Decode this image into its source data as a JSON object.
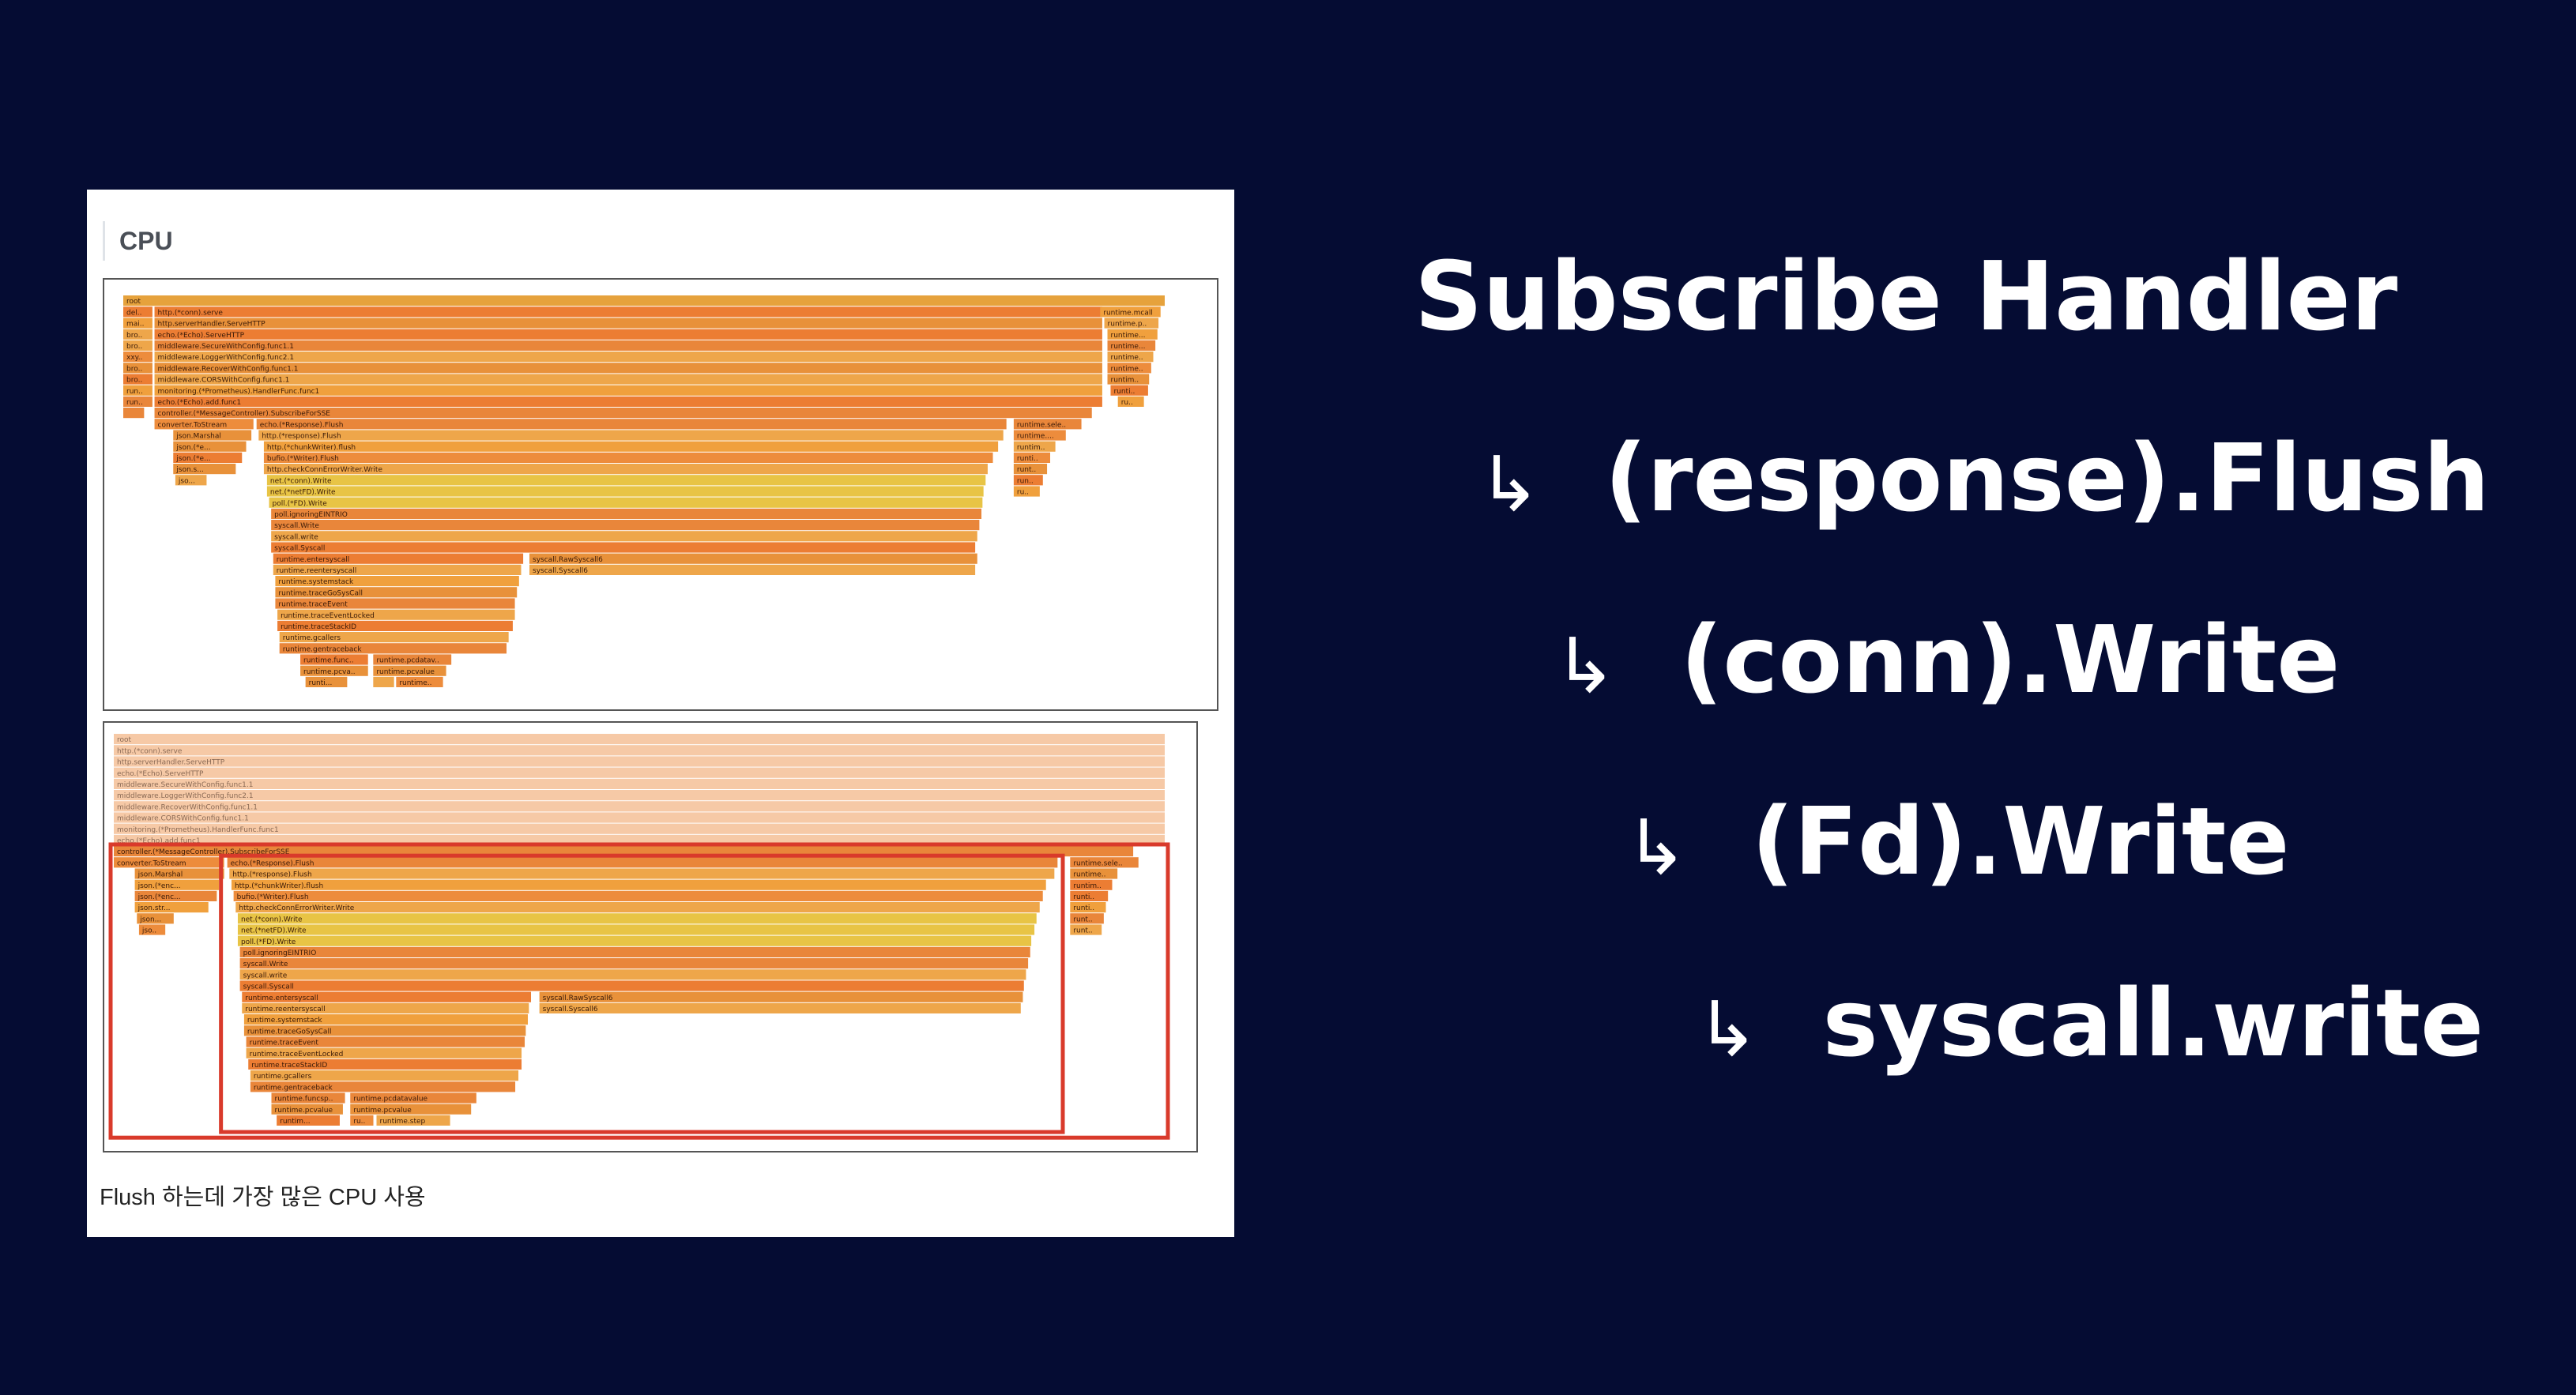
{
  "card": {
    "title": "CPU",
    "caption": "Flush 하는데 가장 많은 CPU 사용"
  },
  "flame_top": {
    "frames": [
      {
        "label": "root",
        "x": 0,
        "w": 1,
        "d": 0
      },
      {
        "label": "del...",
        "x": 0,
        "w": 0.028,
        "d": 1
      },
      {
        "label": "mai...",
        "x": 0,
        "w": 0.028,
        "d": 2
      },
      {
        "label": "brok...",
        "x": 0,
        "w": 0.028,
        "d": 3
      },
      {
        "label": "bro...",
        "x": 0,
        "w": 0.028,
        "d": 4
      },
      {
        "label": "xxy...",
        "x": 0,
        "w": 0.028,
        "d": 5
      },
      {
        "label": "bro...",
        "x": 0,
        "w": 0.028,
        "d": 6
      },
      {
        "label": "bro...",
        "x": 0,
        "w": 0.028,
        "d": 7
      },
      {
        "label": "run...",
        "x": 0,
        "w": 0.028,
        "d": 8
      },
      {
        "label": "run...",
        "x": 0,
        "w": 0.028,
        "d": 9
      },
      {
        "label": "ru...",
        "x": 0,
        "w": 0.02,
        "d": 10
      },
      {
        "label": "http.(*conn).serve",
        "x": 0.03,
        "w": 0.91,
        "d": 1
      },
      {
        "label": "http.serverHandler.ServeHTTP",
        "x": 0.03,
        "w": 0.91,
        "d": 2
      },
      {
        "label": "echo.(*Echo).ServeHTTP",
        "x": 0.03,
        "w": 0.91,
        "d": 3
      },
      {
        "label": "middleware.SecureWithConfig.func1.1",
        "x": 0.03,
        "w": 0.91,
        "d": 4
      },
      {
        "label": "middleware.LoggerWithConfig.func2.1",
        "x": 0.03,
        "w": 0.91,
        "d": 5
      },
      {
        "label": "middleware.RecoverWithConfig.func1.1",
        "x": 0.03,
        "w": 0.91,
        "d": 6
      },
      {
        "label": "middleware.CORSWithConfig.func1.1",
        "x": 0.03,
        "w": 0.91,
        "d": 7
      },
      {
        "label": "monitoring.(*Prometheus).HandlerFunc.func1",
        "x": 0.03,
        "w": 0.91,
        "d": 8
      },
      {
        "label": "echo.(*Echo).add.func1",
        "x": 0.03,
        "w": 0.91,
        "d": 9
      },
      {
        "label": "controller.(*MessageController).SubscribeForSSE",
        "x": 0.03,
        "w": 0.9,
        "d": 10
      },
      {
        "label": "converter.ToStream",
        "x": 0.03,
        "w": 0.095,
        "d": 11
      },
      {
        "label": "echo.(*Response).Flush",
        "x": 0.128,
        "w": 0.72,
        "d": 11
      },
      {
        "label": "runtime.selectgo",
        "x": 0.855,
        "w": 0.065,
        "d": 11
      },
      {
        "label": "json.Marshal",
        "x": 0.048,
        "w": 0.075,
        "d": 12
      },
      {
        "label": "http.(*response).Flush",
        "x": 0.13,
        "w": 0.715,
        "d": 12
      },
      {
        "label": "runtime....",
        "x": 0.855,
        "w": 0.05,
        "d": 12
      },
      {
        "label": "json.(*e...",
        "x": 0.048,
        "w": 0.07,
        "d": 13
      },
      {
        "label": "http.(*chunkWriter).flush",
        "x": 0.135,
        "w": 0.705,
        "d": 13
      },
      {
        "label": "runtim...",
        "x": 0.855,
        "w": 0.04,
        "d": 13
      },
      {
        "label": "json.(*e...",
        "x": 0.048,
        "w": 0.066,
        "d": 14
      },
      {
        "label": "bufio.(*Writer).Flush",
        "x": 0.135,
        "w": 0.7,
        "d": 14
      },
      {
        "label": "runtim...",
        "x": 0.855,
        "w": 0.035,
        "d": 14
      },
      {
        "label": "json.s...",
        "x": 0.048,
        "w": 0.06,
        "d": 15
      },
      {
        "label": "http.checkConnErrorWriter.Write",
        "x": 0.135,
        "w": 0.695,
        "d": 15
      },
      {
        "label": "runtim...",
        "x": 0.855,
        "w": 0.032,
        "d": 15
      },
      {
        "label": "jso...",
        "x": 0.05,
        "w": 0.03,
        "d": 16
      },
      {
        "label": "net.(*conn).Write",
        "x": 0.138,
        "w": 0.69,
        "d": 16
      },
      {
        "label": "runtim...",
        "x": 0.855,
        "w": 0.028,
        "d": 16
      },
      {
        "label": "net.(*netFD).Write",
        "x": 0.138,
        "w": 0.688,
        "d": 17
      },
      {
        "label": "runtim...",
        "x": 0.855,
        "w": 0.025,
        "d": 17
      },
      {
        "label": "poll.(*FD).Write",
        "x": 0.14,
        "w": 0.685,
        "d": 18
      },
      {
        "label": "poll.ignoringEINTRIO",
        "x": 0.142,
        "w": 0.682,
        "d": 19
      },
      {
        "label": "syscall.Write",
        "x": 0.142,
        "w": 0.68,
        "d": 20
      },
      {
        "label": "syscall.write",
        "x": 0.142,
        "w": 0.678,
        "d": 21
      },
      {
        "label": "syscall.Syscall",
        "x": 0.142,
        "w": 0.676,
        "d": 22
      },
      {
        "label": "runtime.entersyscall",
        "x": 0.144,
        "w": 0.24,
        "d": 23
      },
      {
        "label": "syscall.RawSyscall6",
        "x": 0.39,
        "w": 0.43,
        "d": 23
      },
      {
        "label": "runtime.reentersyscall",
        "x": 0.144,
        "w": 0.238,
        "d": 24
      },
      {
        "label": "syscall.Syscall6",
        "x": 0.39,
        "w": 0.428,
        "d": 24
      },
      {
        "label": "runtime.systemstack",
        "x": 0.146,
        "w": 0.234,
        "d": 25
      },
      {
        "label": "runtime.traceGoSysCall",
        "x": 0.146,
        "w": 0.232,
        "d": 26
      },
      {
        "label": "runtime.traceEvent",
        "x": 0.146,
        "w": 0.23,
        "d": 27
      },
      {
        "label": "runtime.traceEventLocked",
        "x": 0.148,
        "w": 0.228,
        "d": 28
      },
      {
        "label": "runtime.traceStackID",
        "x": 0.148,
        "w": 0.226,
        "d": 29
      },
      {
        "label": "runtime.gcallers",
        "x": 0.15,
        "w": 0.22,
        "d": 30
      },
      {
        "label": "runtime.gentraceback",
        "x": 0.15,
        "w": 0.218,
        "d": 31
      },
      {
        "label": "runtime.funcsp...",
        "x": 0.17,
        "w": 0.065,
        "d": 32
      },
      {
        "label": "runtime.pcdatavalue",
        "x": 0.24,
        "w": 0.075,
        "d": 32
      },
      {
        "label": "runtime.pcvalue",
        "x": 0.17,
        "w": 0.065,
        "d": 33
      },
      {
        "label": "runtime.pcvalue",
        "x": 0.24,
        "w": 0.07,
        "d": 33
      },
      {
        "label": "runti...",
        "x": 0.175,
        "w": 0.04,
        "d": 34
      },
      {
        "label": "run...",
        "x": 0.24,
        "w": 0.02,
        "d": 34
      },
      {
        "label": "runtime.st...",
        "x": 0.262,
        "w": 0.045,
        "d": 34
      },
      {
        "label": "runtime.mcall",
        "x": 0.938,
        "w": 0.058,
        "d": 1
      },
      {
        "label": "runtime.par...",
        "x": 0.942,
        "w": 0.052,
        "d": 2
      },
      {
        "label": "runtime....",
        "x": 0.945,
        "w": 0.048,
        "d": 3
      },
      {
        "label": "runtime....",
        "x": 0.945,
        "w": 0.046,
        "d": 4
      },
      {
        "label": "runtime....",
        "x": 0.945,
        "w": 0.044,
        "d": 5
      },
      {
        "label": "runtime....",
        "x": 0.945,
        "w": 0.042,
        "d": 6
      },
      {
        "label": "runtime....",
        "x": 0.945,
        "w": 0.04,
        "d": 7
      },
      {
        "label": "runtime....",
        "x": 0.948,
        "w": 0.036,
        "d": 8
      },
      {
        "label": "ru...",
        "x": 0.955,
        "w": 0.025,
        "d": 9
      }
    ]
  },
  "flame_bottom": {
    "frames": [
      {
        "label": "root",
        "x": 0,
        "w": 1,
        "d": 0,
        "dim": true
      },
      {
        "label": "http.(*conn).serve",
        "x": 0,
        "w": 1,
        "d": 1,
        "dim": true
      },
      {
        "label": "http.serverHandler.ServeHTTP",
        "x": 0,
        "w": 1,
        "d": 2,
        "dim": true
      },
      {
        "label": "echo.(*Echo).ServeHTTP",
        "x": 0,
        "w": 1,
        "d": 3,
        "dim": true
      },
      {
        "label": "middleware.SecureWithConfig.func1.1",
        "x": 0,
        "w": 1,
        "d": 4,
        "dim": true
      },
      {
        "label": "middleware.LoggerWithConfig.func2.1",
        "x": 0,
        "w": 1,
        "d": 5,
        "dim": true
      },
      {
        "label": "middleware.RecoverWithConfig.func1.1",
        "x": 0,
        "w": 1,
        "d": 6,
        "dim": true
      },
      {
        "label": "middleware.CORSWithConfig.func1.1",
        "x": 0,
        "w": 1,
        "d": 7,
        "dim": true
      },
      {
        "label": "monitoring.(*Prometheus).HandlerFunc.func1",
        "x": 0,
        "w": 1,
        "d": 8,
        "dim": true
      },
      {
        "label": "echo.(*Echo).add.func1",
        "x": 0,
        "w": 1,
        "d": 9,
        "dim": true
      },
      {
        "label": "controller.(*MessageController).SubscribeForSSE",
        "x": 0,
        "w": 0.97,
        "d": 10
      },
      {
        "label": "converter.ToStream",
        "x": 0,
        "w": 0.105,
        "d": 11
      },
      {
        "label": "echo.(*Response).Flush",
        "x": 0.108,
        "w": 0.79,
        "d": 11
      },
      {
        "label": "runtime.selectgo",
        "x": 0.91,
        "w": 0.065,
        "d": 11
      },
      {
        "label": "json.Marshal",
        "x": 0.02,
        "w": 0.085,
        "d": 12
      },
      {
        "label": "http.(*response).Flush",
        "x": 0.11,
        "w": 0.785,
        "d": 12
      },
      {
        "label": "runtime.b...",
        "x": 0.91,
        "w": 0.045,
        "d": 12
      },
      {
        "label": "json.(*enc...",
        "x": 0.02,
        "w": 0.08,
        "d": 13
      },
      {
        "label": "http.(*chunkWriter).flush",
        "x": 0.112,
        "w": 0.775,
        "d": 13
      },
      {
        "label": "runtime.s...",
        "x": 0.91,
        "w": 0.04,
        "d": 13
      },
      {
        "label": "json.(*enc...",
        "x": 0.02,
        "w": 0.078,
        "d": 14
      },
      {
        "label": "bufio.(*Writer).Flush",
        "x": 0.114,
        "w": 0.77,
        "d": 14
      },
      {
        "label": "runtime....",
        "x": 0.91,
        "w": 0.036,
        "d": 14
      },
      {
        "label": "json.str...",
        "x": 0.02,
        "w": 0.07,
        "d": 15
      },
      {
        "label": "http.checkConnErrorWriter.Write",
        "x": 0.116,
        "w": 0.765,
        "d": 15
      },
      {
        "label": "runtime....",
        "x": 0.91,
        "w": 0.034,
        "d": 15
      },
      {
        "label": "json....",
        "x": 0.022,
        "w": 0.035,
        "d": 16
      },
      {
        "label": "net.(*conn).Write",
        "x": 0.118,
        "w": 0.76,
        "d": 16
      },
      {
        "label": "runtime....",
        "x": 0.91,
        "w": 0.032,
        "d": 16
      },
      {
        "label": "jso...",
        "x": 0.024,
        "w": 0.025,
        "d": 17
      },
      {
        "label": "net.(*netFD).Write",
        "x": 0.118,
        "w": 0.758,
        "d": 17
      },
      {
        "label": "runtime....",
        "x": 0.91,
        "w": 0.03,
        "d": 17
      },
      {
        "label": "poll.(*FD).Write",
        "x": 0.118,
        "w": 0.755,
        "d": 18
      },
      {
        "label": "poll.ignoringEINTRIO",
        "x": 0.12,
        "w": 0.752,
        "d": 19
      },
      {
        "label": "syscall.Write",
        "x": 0.12,
        "w": 0.75,
        "d": 20
      },
      {
        "label": "syscall.write",
        "x": 0.12,
        "w": 0.748,
        "d": 21
      },
      {
        "label": "syscall.Syscall",
        "x": 0.12,
        "w": 0.746,
        "d": 22
      },
      {
        "label": "runtime.entersyscall",
        "x": 0.122,
        "w": 0.275,
        "d": 23
      },
      {
        "label": "syscall.RawSyscall6",
        "x": 0.405,
        "w": 0.46,
        "d": 23
      },
      {
        "label": "runtime.reentersyscall",
        "x": 0.122,
        "w": 0.273,
        "d": 24
      },
      {
        "label": "syscall.Syscall6",
        "x": 0.405,
        "w": 0.458,
        "d": 24
      },
      {
        "label": "runtime.systemstack",
        "x": 0.124,
        "w": 0.27,
        "d": 25
      },
      {
        "label": "runtime.traceGoSysCall",
        "x": 0.124,
        "w": 0.268,
        "d": 26
      },
      {
        "label": "runtime.traceEvent",
        "x": 0.126,
        "w": 0.265,
        "d": 27
      },
      {
        "label": "runtime.traceEventLocked",
        "x": 0.126,
        "w": 0.262,
        "d": 28
      },
      {
        "label": "runtime.traceStackID",
        "x": 0.128,
        "w": 0.26,
        "d": 29
      },
      {
        "label": "runtime.gcallers",
        "x": 0.13,
        "w": 0.255,
        "d": 30
      },
      {
        "label": "runtime.gentraceback",
        "x": 0.13,
        "w": 0.252,
        "d": 31
      },
      {
        "label": "runtime.funcspdelta",
        "x": 0.15,
        "w": 0.07,
        "d": 32
      },
      {
        "label": "runtime.pcdatavalue",
        "x": 0.225,
        "w": 0.12,
        "d": 32
      },
      {
        "label": "runtime.pcvalue",
        "x": 0.15,
        "w": 0.068,
        "d": 33
      },
      {
        "label": "runtime.pcvalue",
        "x": 0.225,
        "w": 0.115,
        "d": 33
      },
      {
        "label": "runtim...",
        "x": 0.155,
        "w": 0.06,
        "d": 34
      },
      {
        "label": "runt...",
        "x": 0.225,
        "w": 0.022,
        "d": 34
      },
      {
        "label": "runtime.step",
        "x": 0.25,
        "w": 0.07,
        "d": 34
      }
    ],
    "highlight_outer": {
      "x": 0,
      "w": 1,
      "d_from": 10,
      "d_to": 36,
      "color": "#d93a2b"
    },
    "highlight_inner": {
      "x": 0.105,
      "w": 0.795,
      "d_from": 11,
      "d_to": 35.5,
      "color": "#d93a2b"
    }
  },
  "chain": {
    "main": "Subscribe Handler",
    "arrow": "↳",
    "items": [
      "(response).Flush",
      "(conn).Write",
      "(Fd).Write",
      "syscall.write"
    ]
  },
  "colors": {
    "background": "#050c33",
    "card": "#ffffff",
    "text": "#ffffff",
    "highlight": "#d93a2b"
  }
}
